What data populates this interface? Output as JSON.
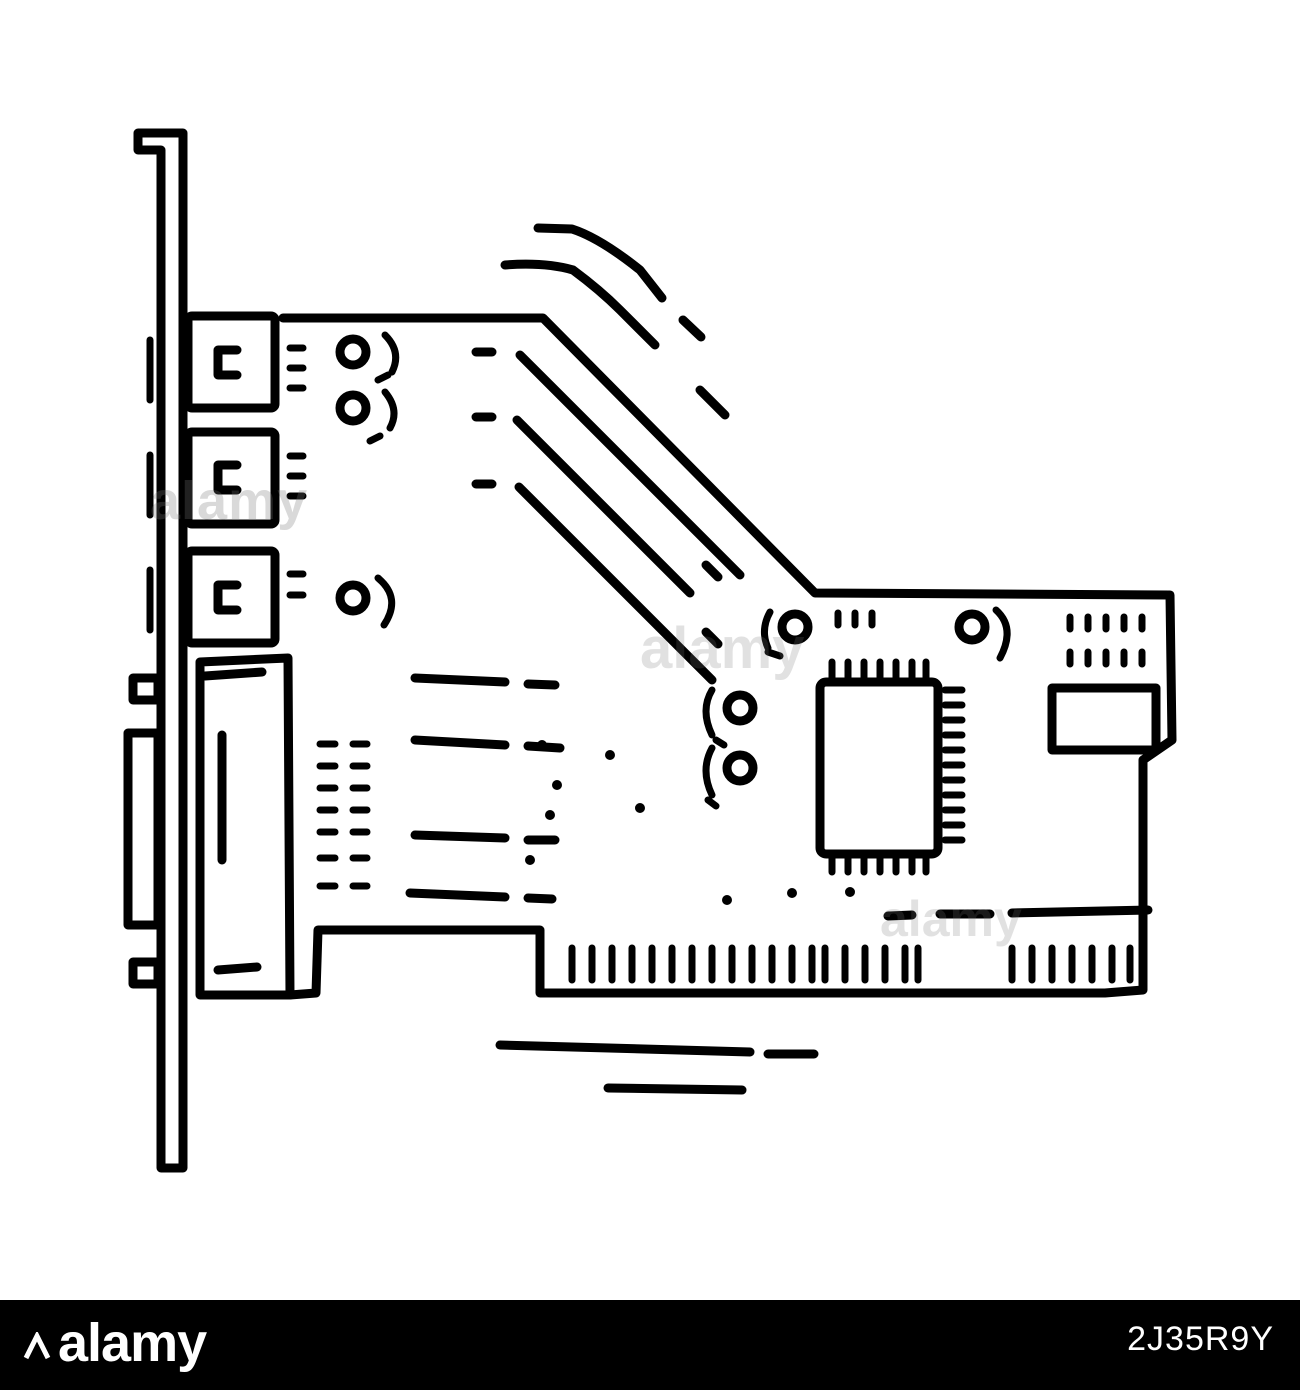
{
  "illustration": {
    "subject": "sound-card",
    "style": "hand-drawn-line-art",
    "stroke_color": "#000000",
    "background_color": "#ffffff"
  },
  "watermark": {
    "text": "alamy"
  },
  "footer": {
    "background_color": "#000000",
    "logo_text": "alamy",
    "image_id": "2J35R9Y"
  }
}
